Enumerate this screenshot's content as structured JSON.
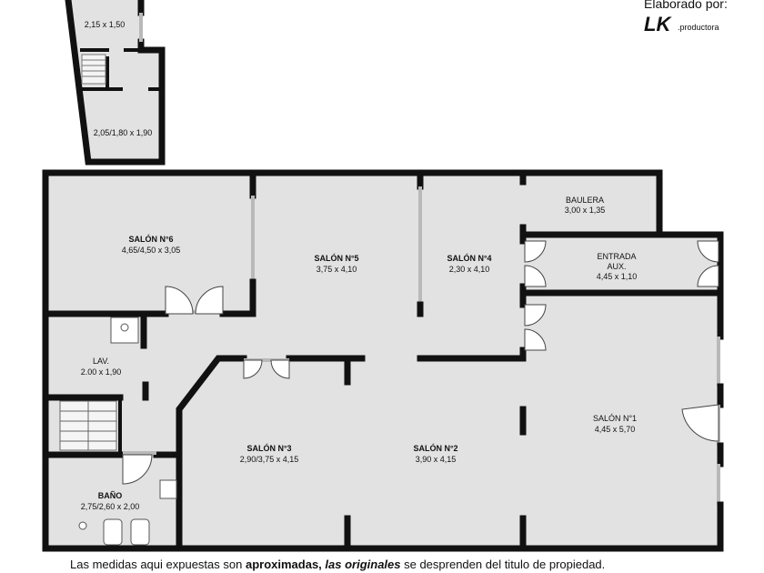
{
  "brand": {
    "elaborado": "Elaborado por:",
    "logo": "LK",
    "sub": ".productora"
  },
  "rooms": [
    {
      "key": "top1",
      "name": "",
      "dims": "2,15 x 1,50"
    },
    {
      "key": "top2",
      "name": "",
      "dims": "2,05/1,80 x 1,90"
    },
    {
      "key": "salon6",
      "name": "SALÓN N°6",
      "dims": "4,65/4,50 x 3,05"
    },
    {
      "key": "salon5",
      "name": "SALÓN N°5",
      "dims": "3,75 x 4,10"
    },
    {
      "key": "salon4",
      "name": "SALÓN N°4",
      "dims": "2,30 x 4,10"
    },
    {
      "key": "baulera",
      "name": "BAULERA",
      "dims": "3,00 x 1,35"
    },
    {
      "key": "entrada",
      "name": "ENTRADA",
      "name2": "AUX.",
      "dims": "4,45 x 1,10"
    },
    {
      "key": "lav",
      "name": "LAV.",
      "dims": "2.00 x 1,90"
    },
    {
      "key": "salon1",
      "name": "SALÓN N°1",
      "dims": "4,45 x 5,70"
    },
    {
      "key": "salon3",
      "name": "SALÓN N°3",
      "dims": "2,90/3,75 x 4,15"
    },
    {
      "key": "salon2",
      "name": "SALÓN N°2",
      "dims": "3,90 x 4,15"
    },
    {
      "key": "bano",
      "name": "BAÑO",
      "dims": "2,75/2,60 x 2,00"
    }
  ],
  "disclaimer": {
    "part1": "Las medidas aqui expuestas son ",
    "part2": "aproximadas,",
    "part3": " las originales",
    "part4": " se desprenden del titulo de propiedad."
  },
  "colors": {
    "floor": "#e2e2e2",
    "wall": "#111111",
    "window": "#b9b9b9"
  }
}
